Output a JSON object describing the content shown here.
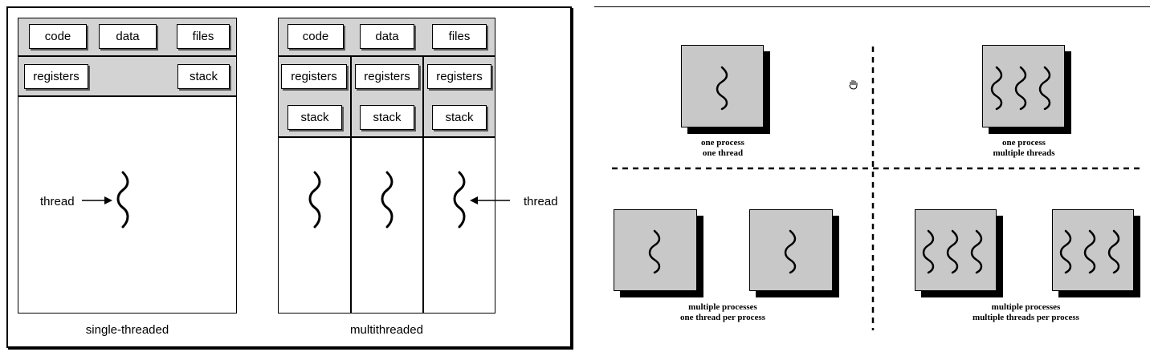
{
  "left_figure": {
    "single_threaded": {
      "shared": [
        "code",
        "data",
        "files"
      ],
      "registers": "registers",
      "stack": "stack",
      "thread_label": "thread",
      "caption": "single-threaded"
    },
    "multithreaded": {
      "shared": [
        "code",
        "data",
        "files"
      ],
      "registers": [
        "registers",
        "registers",
        "registers"
      ],
      "stacks": [
        "stack",
        "stack",
        "stack"
      ],
      "thread_label": "thread",
      "caption": "multithreaded"
    }
  },
  "right_figure": {
    "quadrants": [
      {
        "line1": "one process",
        "line2": "one thread"
      },
      {
        "line1": "one process",
        "line2": "multiple threads"
      },
      {
        "line1": "multiple processes",
        "line2": "one thread per process"
      },
      {
        "line1": "multiple processes",
        "line2": "multiple threads per process"
      }
    ]
  }
}
